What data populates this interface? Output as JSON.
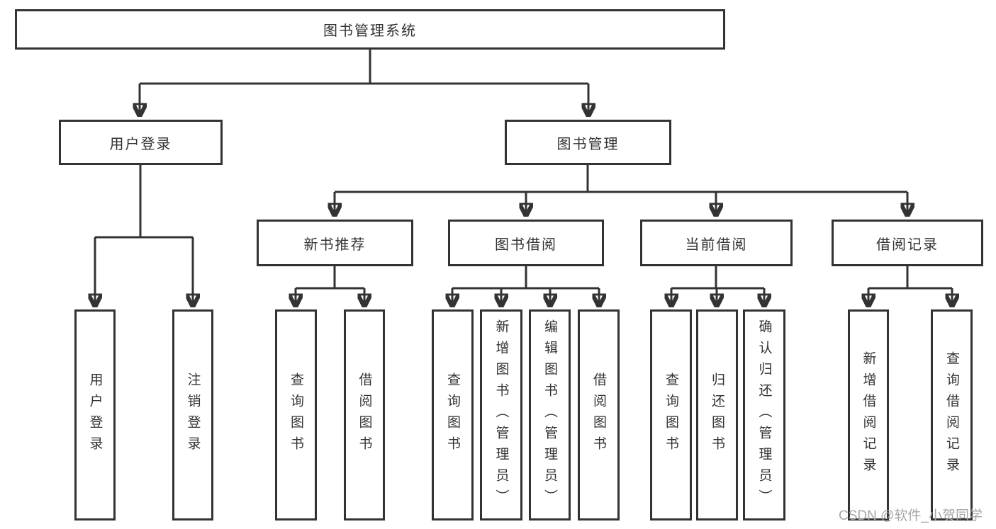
{
  "diagram": {
    "title": "图书管理系统",
    "colors": {
      "line": "#333333",
      "text": "#333333",
      "background": "#ffffff",
      "watermark": "#a6a6a6"
    },
    "nodes": {
      "root": {
        "label": "图书管理系统"
      },
      "user_login": {
        "label": "用户登录"
      },
      "book_mgmt": {
        "label": "图书管理"
      },
      "new_book_rec": {
        "label": "新书推荐"
      },
      "book_borrow": {
        "label": "图书借阅"
      },
      "current_borrow": {
        "label": "当前借阅"
      },
      "borrow_records": {
        "label": "借阅记录"
      }
    },
    "leaves": [
      {
        "parent": "用户登录",
        "label": "用户登录"
      },
      {
        "parent": "用户登录",
        "label": "注销登录"
      },
      {
        "parent": "新书推荐",
        "label": "查询图书"
      },
      {
        "parent": "新书推荐",
        "label": "借阅图书"
      },
      {
        "parent": "图书借阅",
        "label": "查询图书"
      },
      {
        "parent": "图书借阅",
        "label": "新增图书（管理员）"
      },
      {
        "parent": "图书借阅",
        "label": "编辑图书（管理员）"
      },
      {
        "parent": "图书借阅",
        "label": "借阅图书"
      },
      {
        "parent": "当前借阅",
        "label": "查询图书"
      },
      {
        "parent": "当前借阅",
        "label": "归还图书"
      },
      {
        "parent": "当前借阅",
        "label": "确认归还（管理员）"
      },
      {
        "parent": "借阅记录",
        "label": "新增借阅记录"
      },
      {
        "parent": "借阅记录",
        "label": "查询借阅记录"
      }
    ],
    "watermark": "CSDN @软件_小贺同学"
  }
}
